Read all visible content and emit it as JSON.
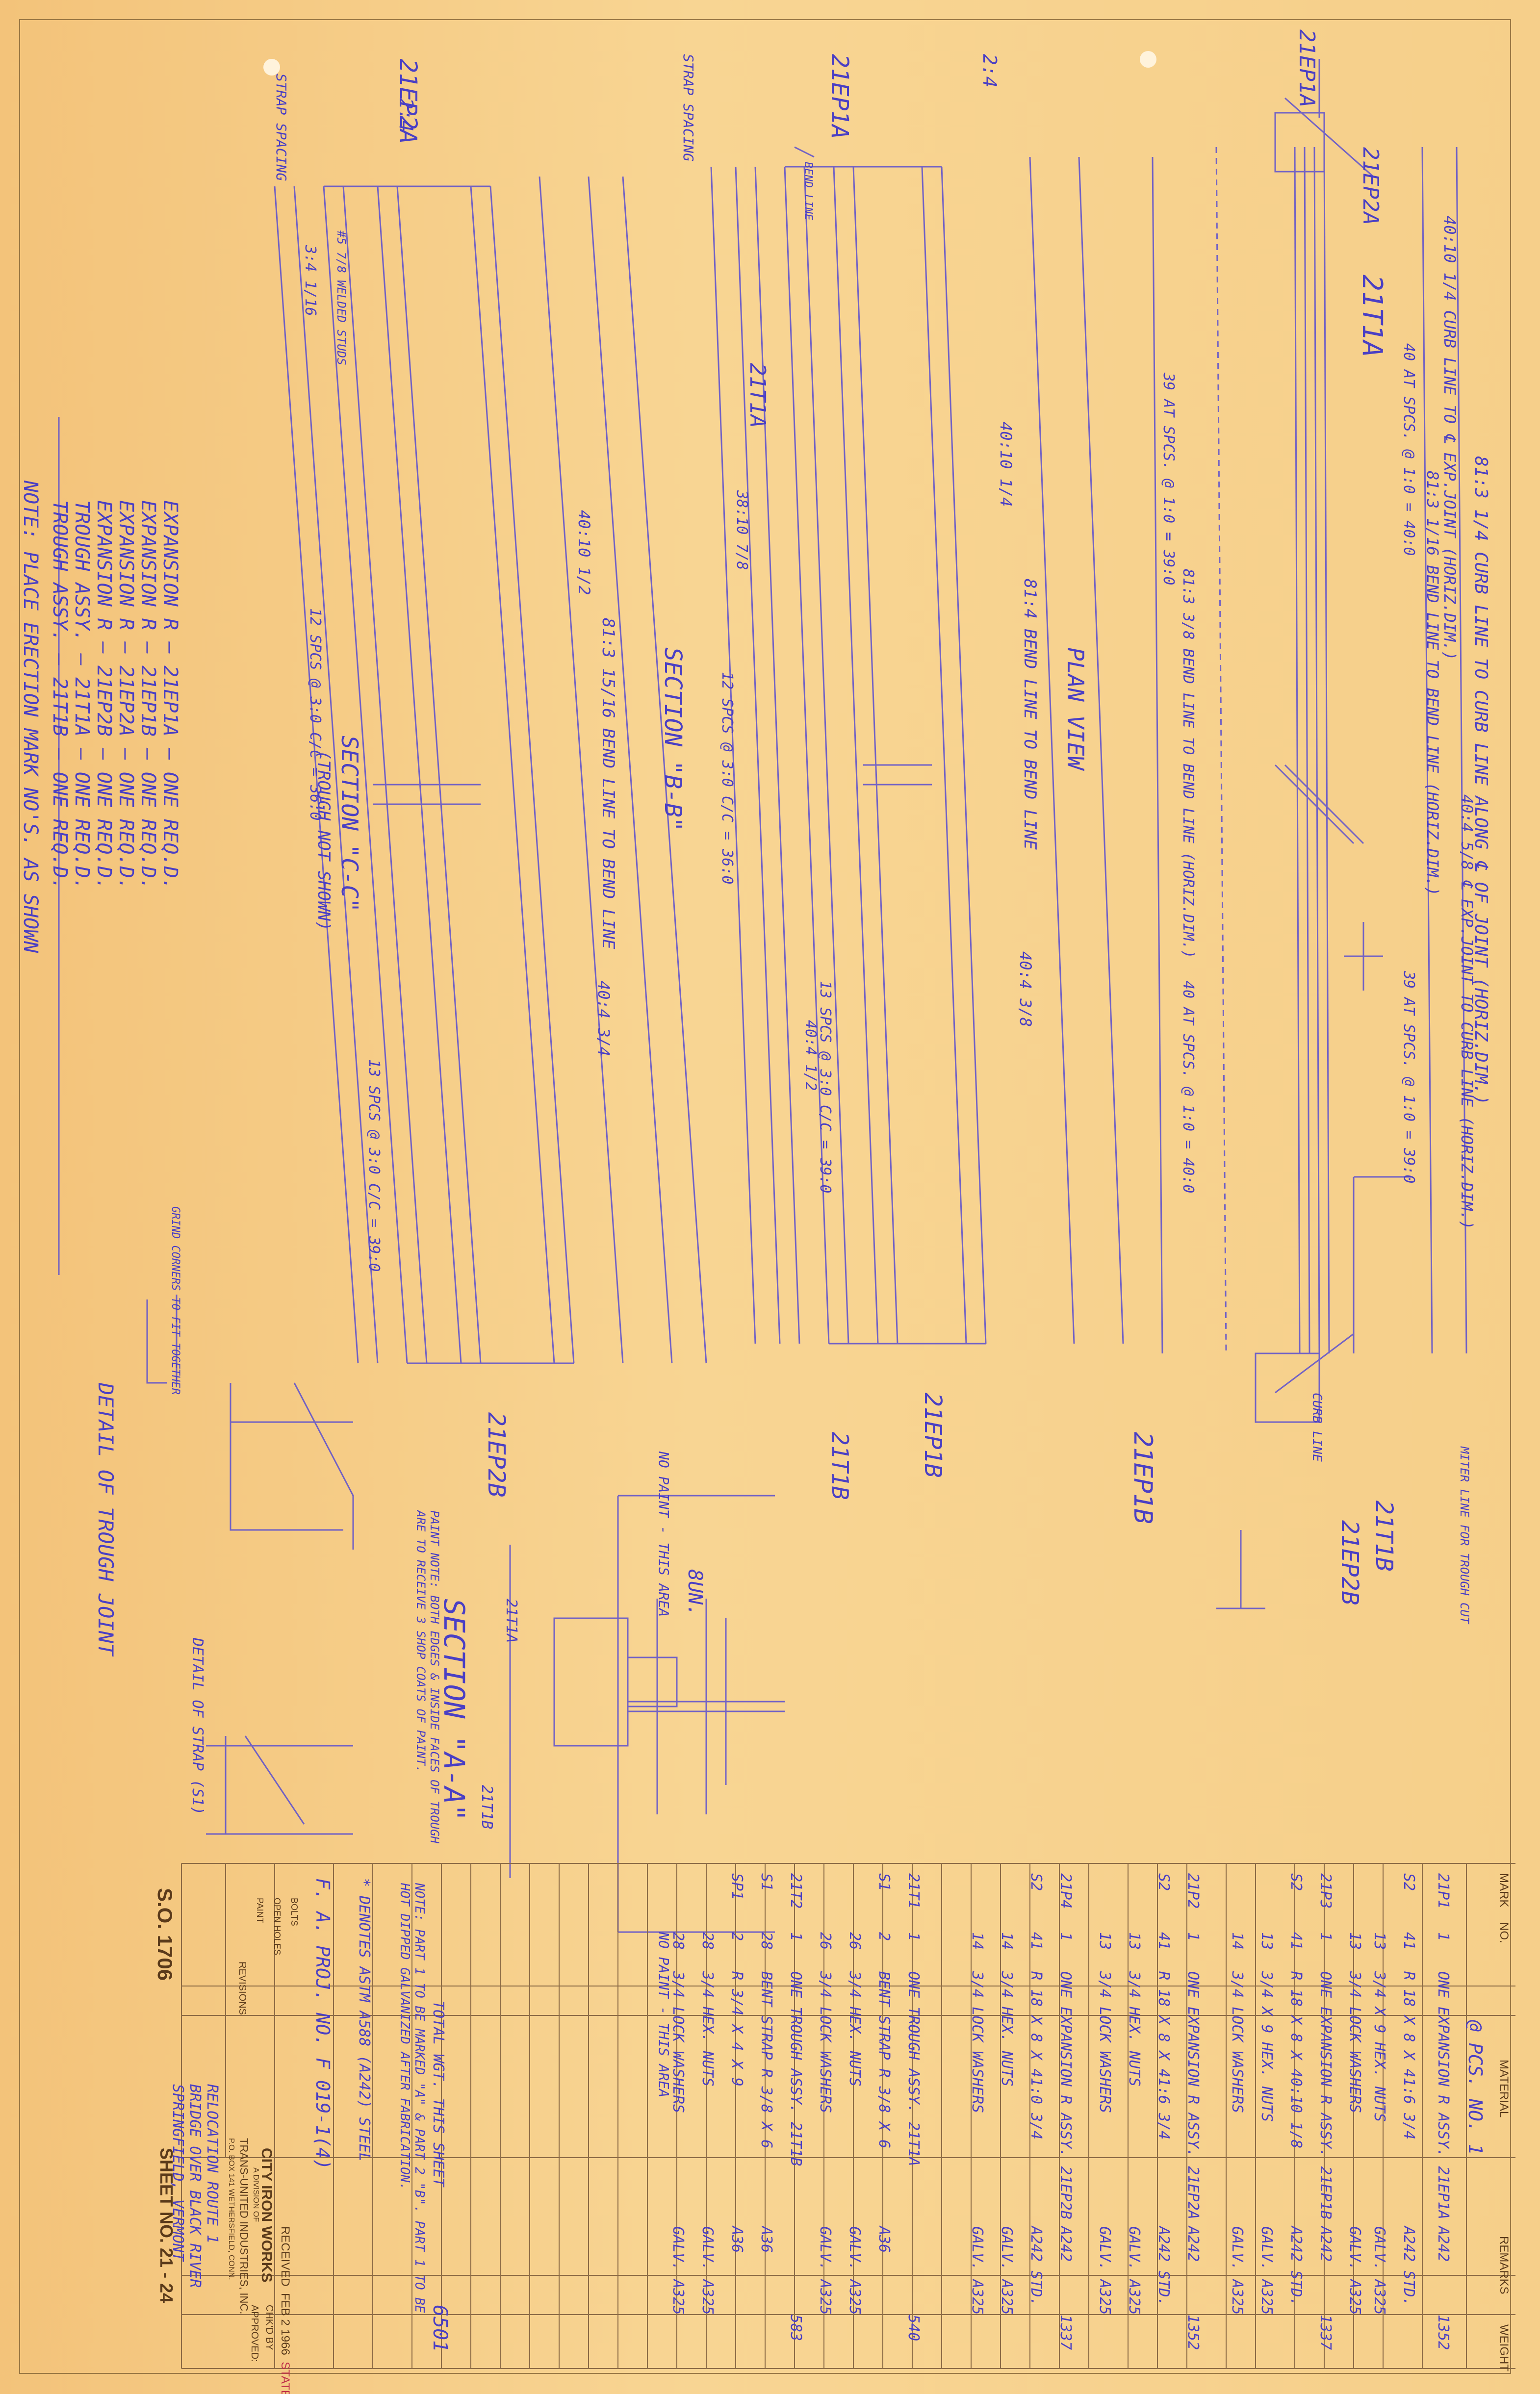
{
  "views": {
    "plan": "PLAN VIEW",
    "section_bb": "SECTION \"B-B\"",
    "section_cc": "SECTION \"C-C\"",
    "section_cc_note": "(TROUGH NOT SHOWN)",
    "section_aa": "SECTION \"A-A\"",
    "trough_joint": "DETAIL OF TROUGH JOINT",
    "s1_detail": "DETAIL OF STRAP (S1)"
  },
  "marks": {
    "ep1a": "21EP1A",
    "ep2a": "21EP2A",
    "ep1b": "21EP1B",
    "ep2b": "21EP2B",
    "t1a": "21T1A",
    "t1b": "21T1B"
  },
  "plan_dims": {
    "d1": "81:3 1/4  CURB LINE TO CURB LINE ALONG ℄ OF JOINT (HORIZ.DIM.)",
    "d2": "40:4 5/8  ℄ EXP.JOINT TO CURB LINE (HORIZ.DIM.)",
    "d3": "40:10 1/4 CURB LINE TO ℄ EXP.JOINT (HORIZ.DIM.)",
    "d4": "81:3 1/16 BEND LINE TO BEND LINE (HORIZ.DIM.)",
    "d5": "40 AT SPCS. @ 1:0 = 40:0",
    "d6": "39 AT SPCS. @ 1:0 = 39:0",
    "d7": "81:3 3/8 BEND LINE TO BEND LINE (HORIZ.DIM.)",
    "d8": "40 AT SPCS. @ 1:0 = 40:0"
  },
  "bb_dims": {
    "d1": "81:4 BEND LINE TO BEND LINE",
    "d2": "40:10 1/4",
    "d3": "40:4 3/8",
    "d4": "13 SPCS @ 3:0 C/C = 39:0",
    "d5": "12 SPCS @ 3:0 C/C = 36:0",
    "d6": "38:10 7/8",
    "d7": "40:4 1/2"
  },
  "cc_dims": {
    "d1": "81:3 15/16 BEND LINE TO BEND LINE",
    "d2": "40:10 1/2",
    "d3": "40:4 3/4",
    "d4": "12 SPCS @ 3:0 C/C = 36:0",
    "d5": "13 SPCS @ 3:0 C/C = 39:0",
    "strap": "STRAP SPACING",
    "strap_val": "3:4 1/16",
    "welded": "#5 7/8 WELDED STUDS"
  },
  "misc_labels": {
    "two_four": "2:4",
    "bend_line": "BEND LINE",
    "curb_line": "CURB LINE",
    "no_paint": "NO PAINT - THIS AREA",
    "eight_un": "8UN.",
    "paint_note": "PAINT NOTE: BOTH EDGES & INSIDE FACES OF TROUGH ARE TO RECEIVE 3 SHOP COATS OF PAINT.",
    "grind": "GRIND CORNERS TO FIT TOGETHER",
    "miter": "MITER LINE FOR TROUGH CUT"
  },
  "erection_list": [
    {
      "name": "EXPANSION R",
      "mark": "21EP1A",
      "req": "ONE REQ.D."
    },
    {
      "name": "EXPANSION R",
      "mark": "21EP1B",
      "req": "ONE REQ.D."
    },
    {
      "name": "EXPANSION R",
      "mark": "21EP2A",
      "req": "ONE REQ.D."
    },
    {
      "name": "EXPANSION R",
      "mark": "21EP2B",
      "req": "ONE REQ.D."
    },
    {
      "name": "TROUGH ASSY.",
      "mark": "21T1A",
      "req": "ONE REQ.D."
    },
    {
      "name": "TROUGH ASSY.",
      "mark": "21T1B",
      "req": "ONE REQ.D."
    }
  ],
  "erection_note": "NOTE: PLACE ERECTION MARK NO'S. AS SHOWN",
  "bom": {
    "headers": [
      "MARK",
      "NO.",
      "MATERIAL",
      "REMARKS",
      "WEIGHT"
    ],
    "header_row": "@ PCS. NO. 1",
    "rows": [
      {
        "mark": "21P1",
        "no": "1",
        "material": "ONE EXPANSION R ASSY. 21EP1A",
        "remarks": "A242",
        "weight": "1352"
      },
      {
        "mark": "S2",
        "no": "41",
        "material": "R 18 X 8 X 41:6 3/4",
        "remarks": "A242 STD.",
        "weight": ""
      },
      {
        "mark": "",
        "no": "13",
        "material": "3/4 X 9 HEX. NUTS",
        "remarks": "GALV. A325",
        "weight": ""
      },
      {
        "mark": "",
        "no": "13",
        "material": "3/4 LOCK WASHERS",
        "remarks": "GALV. A325",
        "weight": ""
      },
      {
        "mark": "21P3",
        "no": "1",
        "material": "ONE EXPANSION R ASSY. 21EP1B",
        "remarks": "A242",
        "weight": "1337"
      },
      {
        "mark": "S2",
        "no": "41",
        "material": "R 18 X 8 X 40:10 1/8",
        "remarks": "A242 STD.",
        "weight": ""
      },
      {
        "mark": "",
        "no": "13",
        "material": "3/4 X 9 HEX. NUTS",
        "remarks": "GALV. A325",
        "weight": ""
      },
      {
        "mark": "",
        "no": "14",
        "material": "3/4 LOCK WASHERS",
        "remarks": "GALV. A325",
        "weight": ""
      },
      {
        "mark": "21P2",
        "no": "1",
        "material": "ONE EXPANSION R ASSY. 21EP2A",
        "remarks": "A242",
        "weight": "1352"
      },
      {
        "mark": "S2",
        "no": "41",
        "material": "R 18 X 8 X 41:6 3/4",
        "remarks": "A242 STD.",
        "weight": ""
      },
      {
        "mark": "",
        "no": "13",
        "material": "3/4 HEX. NUTS",
        "remarks": "GALV. A325",
        "weight": ""
      },
      {
        "mark": "",
        "no": "13",
        "material": "3/4 LOCK WASHERS",
        "remarks": "GALV. A325",
        "weight": ""
      },
      {
        "mark": "21P4",
        "no": "1",
        "material": "ONE EXPANSION R ASSY. 21EP2B",
        "remarks": "A242",
        "weight": "1337"
      },
      {
        "mark": "S2",
        "no": "41",
        "material": "R 18 X 8 X 41:0 3/4",
        "remarks": "A242 STD.",
        "weight": ""
      },
      {
        "mark": "",
        "no": "14",
        "material": "3/4 HEX. NUTS",
        "remarks": "GALV. A325",
        "weight": ""
      },
      {
        "mark": "",
        "no": "14",
        "material": "3/4 LOCK WASHERS",
        "remarks": "GALV. A325",
        "weight": ""
      },
      {
        "mark": "21T1",
        "no": "1",
        "material": "ONE TROUGH ASSY. 21T1A",
        "remarks": "",
        "weight": "540"
      },
      {
        "mark": "S1",
        "no": "2",
        "material": "BENT STRAP R 3/8 X 6",
        "remarks": "A36",
        "weight": ""
      },
      {
        "mark": "",
        "no": "26",
        "material": "3/4 HEX. NUTS",
        "remarks": "GALV. A325",
        "weight": ""
      },
      {
        "mark": "",
        "no": "26",
        "material": "3/4 LOCK WASHERS",
        "remarks": "GALV. A325",
        "weight": ""
      },
      {
        "mark": "21T2",
        "no": "1",
        "material": "ONE TROUGH ASSY. 21T1B",
        "remarks": "",
        "weight": "583"
      },
      {
        "mark": "S1",
        "no": "28",
        "material": "BENT STRAP R 3/8 X 6",
        "remarks": "A36",
        "weight": ""
      },
      {
        "mark": "SP1",
        "no": "2",
        "material": "R 3/4 X 4 X 9",
        "remarks": "A36",
        "weight": ""
      },
      {
        "mark": "",
        "no": "28",
        "material": "3/4 HEX. NUTS",
        "remarks": "GALV. A325",
        "weight": ""
      },
      {
        "mark": "",
        "no": "28",
        "material": "3/4 LOCK WASHERS",
        "remarks": "GALV. A325",
        "weight": ""
      }
    ],
    "total": "TOTAL WGT. THIS SHEET",
    "total_val": "6501"
  },
  "notes": {
    "n1": "NOTE: PART 1 TO BE MARKED \"A\" & PART 2 \"B\". PART 1 TO BE HOT DIPPED GALVANIZED AFTER FABRICATION.",
    "n2": "* DENOTES ASTM A588 (A242) STEEL",
    "n3": "F. A. PROJ. NO. F 019-1(4)"
  },
  "title_block": {
    "company": "CITY IRON WORKS",
    "division": "A DIVISION OF",
    "parent": "TRANS-UNITED INDUSTRIES, INC.",
    "address": "P.O. BOX 141  WETHERSFIELD, CONN.",
    "project1": "RELOCATION ROUTE 1",
    "project2": "BRIDGE OVER BLACK RIVER",
    "place": "SPRINGFIELD, VERMONT",
    "revisions": "REVISIONS",
    "so": "S.O. 1706",
    "sheet": "SHEET NO. 21 - 24",
    "stamp_received": "RECEIVED",
    "stamp_date": "FEB 2 1966",
    "stamp_state": "STATE CHK.",
    "approved": "APPROVED:",
    "checked_by": "CHK'D BY",
    "bolts": "BOLTS",
    "open_holes": "OPEN HOLES",
    "paint": "PAINT"
  },
  "colors": {
    "paper": "#f6cf8a",
    "ink": "#4a3fc4",
    "print": "#5a3a1a"
  }
}
